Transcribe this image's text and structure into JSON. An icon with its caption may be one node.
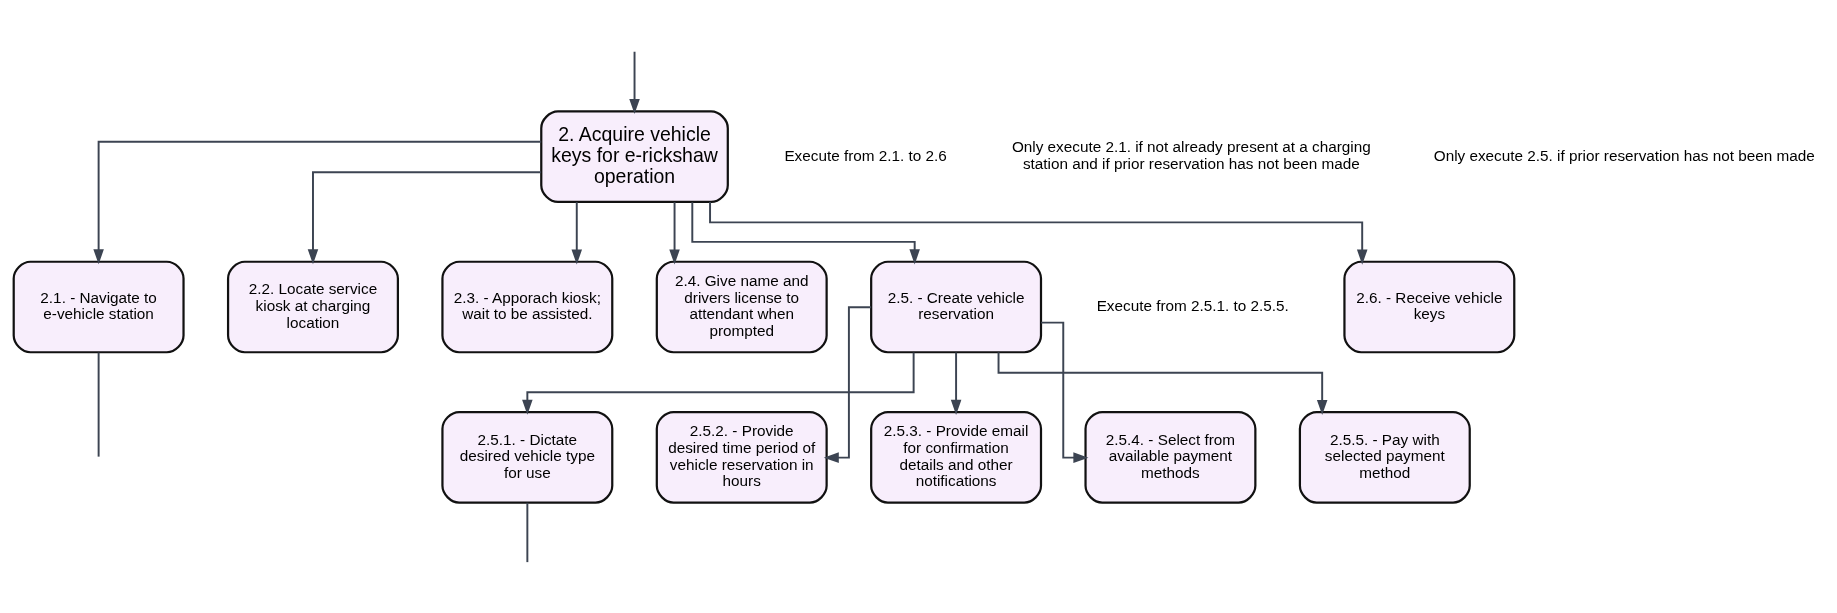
{
  "diagram": {
    "nodes": [
      {
        "text": [
          "2. Acquire vehicle keys for e-rickshaw operation"
        ]
      },
      {
        "text": [
          "2.1. - Navigate to e-vehicle station"
        ]
      },
      {
        "text": [
          "2.2. Locate service kiosk at charging location"
        ]
      },
      {
        "text": [
          "2.3. - Apporach kiosk; wait to be assisted."
        ]
      },
      {
        "text": [
          "2.4. Give name and drivers license to attendant when prompted"
        ]
      },
      {
        "text": [
          "2.5. - Create vehicle reservation"
        ]
      },
      {
        "text": [
          "2.6. - Receive vehicle keys"
        ]
      },
      {
        "text": [
          "2.5.1. - Dictate desired vehicle type for use"
        ]
      },
      {
        "text": [
          "2.5.2. - Provide desired time period of vehicle reservation in hours"
        ]
      },
      {
        "text": [
          "2.5.3. - Provide email for confirmation details and other notifications"
        ]
      },
      {
        "text": [
          "2.5.4. - Select from available payment methods"
        ]
      },
      {
        "text": [
          "2.5.5. - Pay with selected payment method"
        ]
      }
    ],
    "edges": [
      {
        "from": null,
        "to": 0,
        "arrow": "to"
      },
      {
        "from": 0,
        "to": 1,
        "arrow": "to"
      },
      {
        "from": 0,
        "to": 2,
        "arrow": "to"
      },
      {
        "from": 0,
        "to": 3,
        "arrow": "to"
      },
      {
        "from": 0,
        "to": 4,
        "arrow": "to"
      },
      {
        "from": 0,
        "to": 5,
        "arrow": "to"
      },
      {
        "from": 0,
        "to": 6,
        "arrow": "to"
      },
      {
        "from": 1,
        "to": null,
        "arrow": "none"
      },
      {
        "from": 5,
        "to": 7,
        "arrow": "to"
      },
      {
        "from": 5,
        "to": 8,
        "arrow": "to"
      },
      {
        "from": 5,
        "to": 9,
        "arrow": "to"
      },
      {
        "from": 5,
        "to": 10,
        "arrow": "to"
      },
      {
        "from": 5,
        "to": 11,
        "arrow": "to"
      },
      {
        "from": 7,
        "to": null,
        "arrow": "none"
      }
    ],
    "labels": [
      "Execute from 2.1. to 2.6",
      "Only execute 2.1. if not already present at a charging station and if prior reservation has not been made",
      "Only execute 2.5. if prior reservation has not been made",
      "Execute from 2.5.1. to 2.5.5."
    ]
  }
}
